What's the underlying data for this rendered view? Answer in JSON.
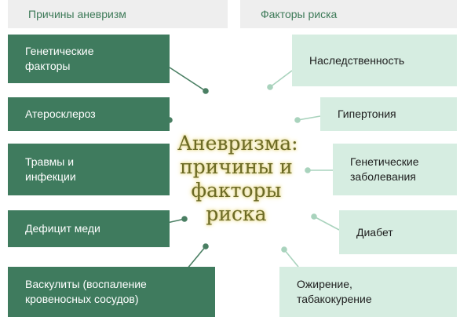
{
  "headers": {
    "causes": "Причины аневризм",
    "risk_factors": "Факторы риска"
  },
  "center_title": "Аневризма: причины и факторы риска",
  "causes": [
    {
      "id": "genetic",
      "lines": [
        "Генетические",
        "факторы"
      ]
    },
    {
      "id": "athero",
      "lines": [
        "Атеросклероз"
      ]
    },
    {
      "id": "trauma",
      "lines": [
        "Травмы и",
        "инфекции"
      ]
    },
    {
      "id": "copper",
      "lines": [
        "Дефицит меди"
      ]
    },
    {
      "id": "vasculitis",
      "lines": [
        "Васкулиты (воспаление",
        "кровеносных сосудов)"
      ]
    }
  ],
  "risks": [
    {
      "id": "heredity",
      "lines": [
        "Наследственность"
      ]
    },
    {
      "id": "hypertension",
      "lines": [
        "Гипертония"
      ]
    },
    {
      "id": "genetic-dis",
      "lines": [
        "Генетические",
        "заболевания"
      ]
    },
    {
      "id": "diabetes",
      "lines": [
        "Диабет"
      ]
    },
    {
      "id": "obesity",
      "lines": [
        "Ожирение,",
        "табакокурение"
      ]
    }
  ],
  "colors": {
    "dark_box": "#3f7b5e",
    "light_box": "#d6ede1",
    "header_bg": "#eeeeee",
    "header_text": "#3d7a58",
    "connector": "#4a7f63",
    "connector_light": "#a9d3bd",
    "title_text": "#6b6a26"
  }
}
